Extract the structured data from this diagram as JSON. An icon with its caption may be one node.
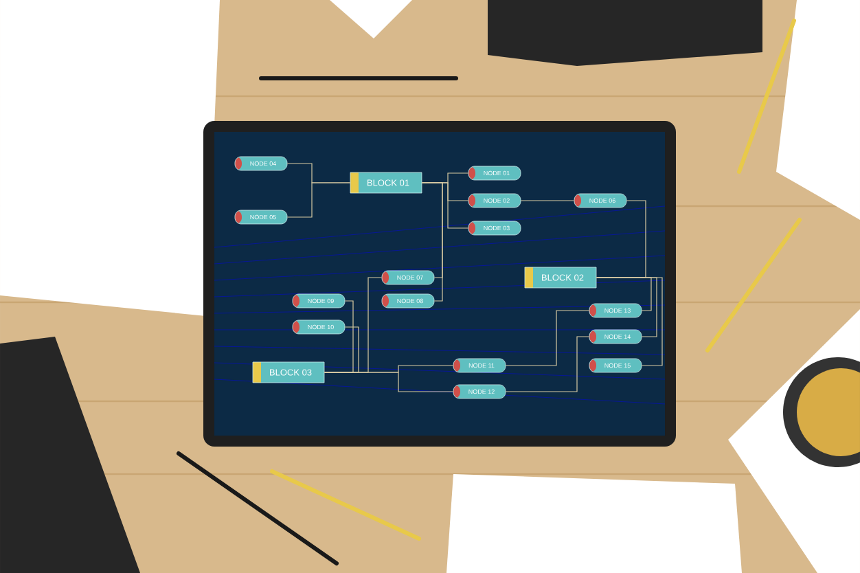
{
  "diagram": {
    "nodes": [
      {
        "text": [
          "NODE 04"
        ]
      },
      {
        "text": [
          "BLOCK 01"
        ]
      },
      {
        "text": [
          "NODE 01"
        ]
      },
      {
        "text": [
          "NODE 02"
        ]
      },
      {
        "text": [
          "NODE 06"
        ]
      },
      {
        "text": [
          "NODE 05"
        ]
      },
      {
        "text": [
          "NODE 03"
        ]
      },
      {
        "text": [
          "NODE 07"
        ]
      },
      {
        "text": [
          "BLOCK 02"
        ]
      },
      {
        "text": [
          "NODE 09"
        ]
      },
      {
        "text": [
          "NODE 08"
        ]
      },
      {
        "text": [
          "NODE 13"
        ]
      },
      {
        "text": [
          "NODE 10"
        ]
      },
      {
        "text": [
          "NODE 14"
        ]
      },
      {
        "text": [
          "NODE 11"
        ]
      },
      {
        "text": [
          "NODE 15"
        ]
      },
      {
        "text": [
          "BLOCK 03"
        ]
      },
      {
        "text": [
          "NODE 12"
        ]
      }
    ],
    "edges": [
      {
        "from": 0,
        "to": 1,
        "arrow": "none"
      },
      {
        "from": 5,
        "to": 1,
        "arrow": "none"
      },
      {
        "from": 1,
        "to": 2,
        "arrow": "none"
      },
      {
        "from": 1,
        "to": 3,
        "arrow": "none"
      },
      {
        "from": 1,
        "to": 6,
        "arrow": "none"
      },
      {
        "from": 3,
        "to": 4,
        "arrow": "none"
      },
      {
        "from": 4,
        "to": 8,
        "arrow": "none"
      },
      {
        "from": 1,
        "to": 7,
        "arrow": "none"
      },
      {
        "from": 1,
        "to": 10,
        "arrow": "none"
      },
      {
        "from": 16,
        "to": 9,
        "arrow": "none"
      },
      {
        "from": 16,
        "to": 12,
        "arrow": "none"
      },
      {
        "from": 16,
        "to": 7,
        "arrow": "none"
      },
      {
        "from": 16,
        "to": 14,
        "arrow": "none"
      },
      {
        "from": 16,
        "to": 17,
        "arrow": "none"
      },
      {
        "from": 8,
        "to": 11,
        "arrow": "none"
      },
      {
        "from": 8,
        "to": 13,
        "arrow": "none"
      },
      {
        "from": 8,
        "to": 15,
        "arrow": "none"
      },
      {
        "from": 14,
        "to": 11,
        "arrow": "none"
      },
      {
        "from": 17,
        "to": 13,
        "arrow": "none"
      }
    ]
  }
}
